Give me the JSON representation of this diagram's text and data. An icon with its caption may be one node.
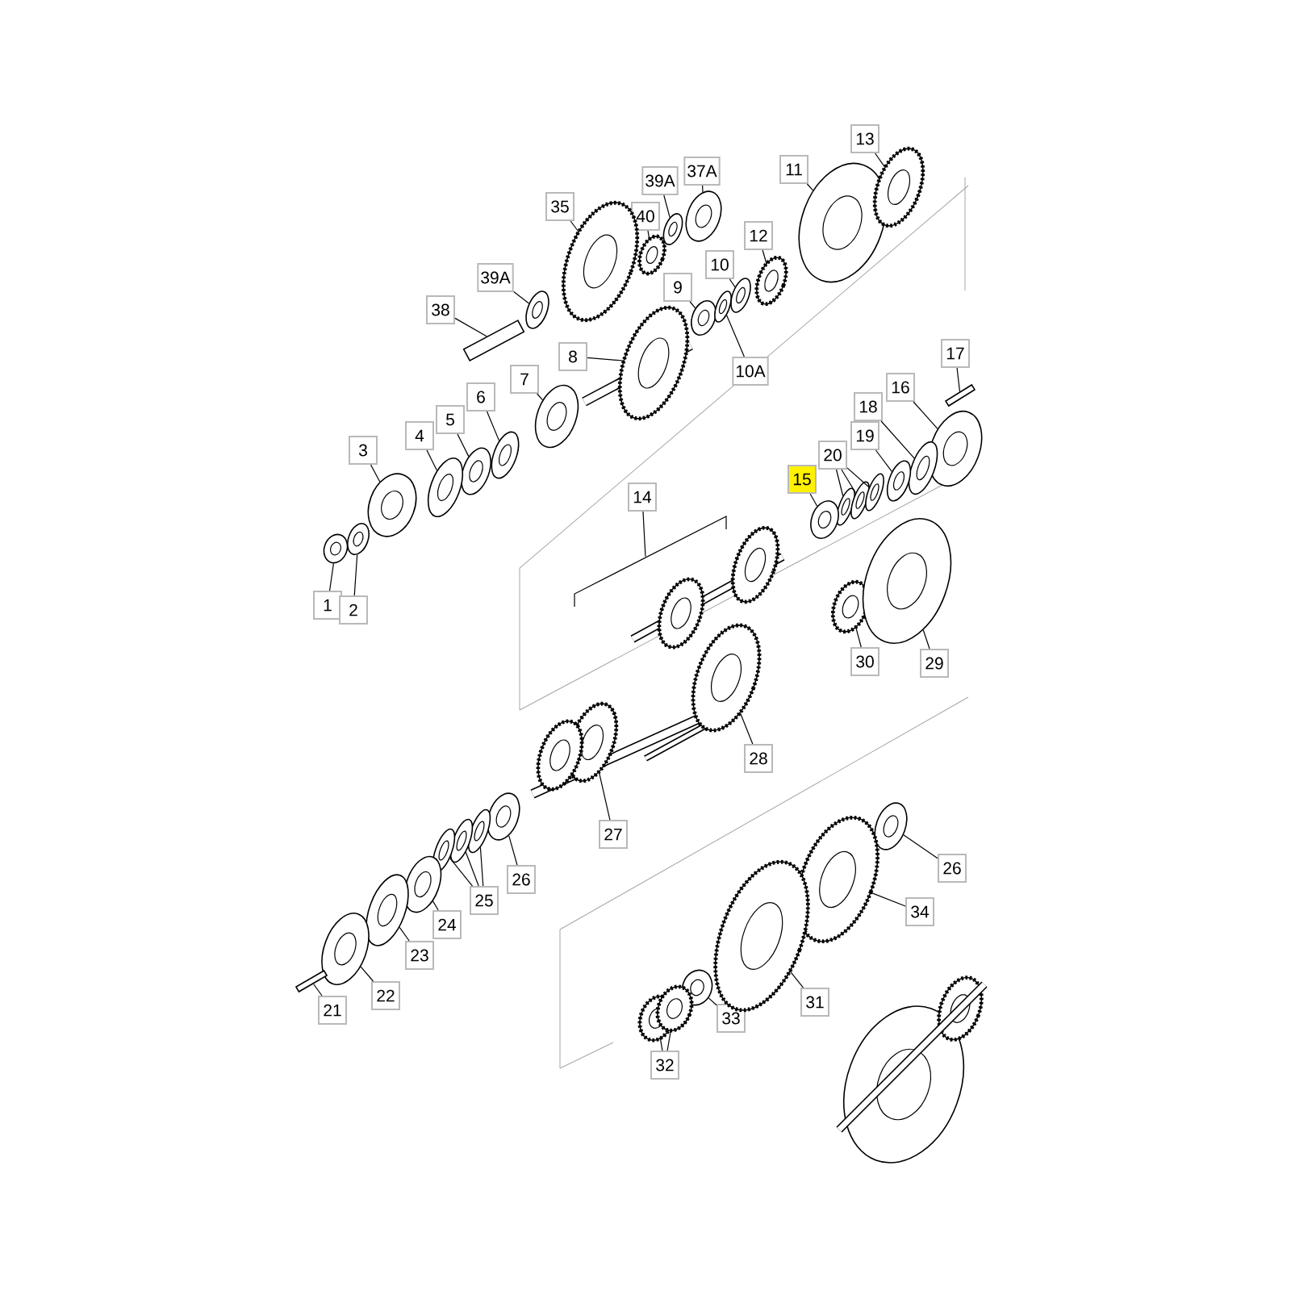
{
  "diagram": {
    "nodes": [
      {
        "text": [
          "35"
        ]
      },
      {
        "text": [
          "39A"
        ]
      },
      {
        "text": [
          "37A"
        ]
      },
      {
        "text": [
          "40"
        ]
      },
      {
        "text": [
          "11"
        ]
      },
      {
        "text": [
          "13"
        ]
      },
      {
        "text": [
          "39A"
        ]
      },
      {
        "text": [
          "38"
        ]
      },
      {
        "text": [
          "12"
        ]
      },
      {
        "text": [
          "10"
        ]
      },
      {
        "text": [
          "9"
        ]
      },
      {
        "text": [
          "10A"
        ]
      },
      {
        "text": [
          "8"
        ]
      },
      {
        "text": [
          "7"
        ]
      },
      {
        "text": [
          "17"
        ]
      },
      {
        "text": [
          "16"
        ]
      },
      {
        "text": [
          "6"
        ]
      },
      {
        "text": [
          "5"
        ]
      },
      {
        "text": [
          "18"
        ]
      },
      {
        "text": [
          "19"
        ]
      },
      {
        "text": [
          "20"
        ]
      },
      {
        "text": [
          "4"
        ]
      },
      {
        "text": [
          "15"
        ]
      },
      {
        "text": [
          "3"
        ]
      },
      {
        "text": [
          "14"
        ]
      },
      {
        "text": [
          "1"
        ]
      },
      {
        "text": [
          "2"
        ]
      },
      {
        "text": [
          "30"
        ]
      },
      {
        "text": [
          "29"
        ]
      },
      {
        "text": [
          "28"
        ]
      },
      {
        "text": [
          "27"
        ]
      },
      {
        "text": [
          "26"
        ]
      },
      {
        "text": [
          "25"
        ]
      },
      {
        "text": [
          "24"
        ]
      },
      {
        "text": [
          "23"
        ]
      },
      {
        "text": [
          "22"
        ]
      },
      {
        "text": [
          "21"
        ]
      },
      {
        "text": [
          "26"
        ]
      },
      {
        "text": [
          "34"
        ]
      },
      {
        "text": [
          "33"
        ]
      },
      {
        "text": [
          "31"
        ]
      },
      {
        "text": [
          "32"
        ]
      },
      {
        "text": [],
        "shape": "gear"
      },
      {
        "text": [],
        "shape": "ring"
      },
      {
        "text": [],
        "shape": "ring"
      },
      {
        "text": [],
        "shape": "gear"
      },
      {
        "text": [],
        "shape": "ring"
      },
      {
        "text": [],
        "shape": "gear"
      },
      {
        "text": [],
        "shape": "ring"
      },
      {
        "text": [],
        "shape": "pin"
      },
      {
        "text": [],
        "shape": "gear"
      },
      {
        "text": [],
        "shape": "ring"
      },
      {
        "text": [],
        "shape": "ring"
      },
      {
        "text": [],
        "shape": "ring"
      },
      {
        "text": [],
        "shape": "gear"
      },
      {
        "text": [],
        "shape": "ring"
      },
      {
        "text": [],
        "shape": "pin"
      },
      {
        "text": [],
        "shape": "ring"
      },
      {
        "text": [],
        "shape": "ring"
      },
      {
        "text": [],
        "shape": "ring"
      },
      {
        "text": [],
        "shape": "ring"
      },
      {
        "text": [],
        "shape": "ring"
      },
      {
        "text": [],
        "shape": "ring"
      },
      {
        "text": [],
        "shape": "ring"
      },
      {
        "text": [],
        "shape": "ring"
      },
      {
        "text": [],
        "shape": "ring"
      },
      {
        "text": [],
        "shape": "ring"
      },
      {
        "text": [],
        "shape": "ring"
      },
      {
        "text": [],
        "shape": "ring"
      },
      {
        "text": [],
        "shape": "ring"
      },
      {
        "text": [],
        "shape": "gear"
      },
      {
        "text": [],
        "shape": "ring"
      },
      {
        "text": [],
        "shape": "gear"
      },
      {
        "text": [],
        "shape": "gear"
      },
      {
        "text": [],
        "shape": "ring"
      },
      {
        "text": [],
        "shape": "ring"
      },
      {
        "text": [],
        "shape": "ring"
      },
      {
        "text": [],
        "shape": "ring"
      },
      {
        "text": [],
        "shape": "ring"
      },
      {
        "text": [],
        "shape": "ring"
      },
      {
        "text": [],
        "shape": "ring"
      },
      {
        "text": [],
        "shape": "pin"
      },
      {
        "text": [],
        "shape": "ring"
      },
      {
        "text": [],
        "shape": "gear"
      },
      {
        "text": [],
        "shape": "ring"
      },
      {
        "text": [],
        "shape": "gear"
      },
      {
        "text": [],
        "shape": "gear"
      },
      {
        "text": [],
        "shape": "gear"
      },
      {
        "text": [],
        "shape": "bracket"
      },
      {
        "text": [],
        "shape": "gear"
      },
      {
        "text": [],
        "shape": "gear"
      },
      {
        "text": [],
        "shape": "gear"
      }
    ],
    "edges": [
      {
        "from": 0,
        "to": 42,
        "arrow": "none"
      },
      {
        "from": 1,
        "to": 43,
        "arrow": "none"
      },
      {
        "from": 2,
        "to": 44,
        "arrow": "none"
      },
      {
        "from": 3,
        "to": 45,
        "arrow": "none"
      },
      {
        "from": 4,
        "to": 46,
        "arrow": "none"
      },
      {
        "from": 5,
        "to": 47,
        "arrow": "none"
      },
      {
        "from": 6,
        "to": 48,
        "arrow": "none"
      },
      {
        "from": 7,
        "to": 49,
        "arrow": "none"
      },
      {
        "from": 8,
        "to": 50,
        "arrow": "none"
      },
      {
        "from": 9,
        "to": 51,
        "arrow": "none"
      },
      {
        "from": 10,
        "to": 52,
        "arrow": "none"
      },
      {
        "from": 11,
        "to": 53,
        "arrow": "none"
      },
      {
        "from": 12,
        "to": 54,
        "arrow": "none"
      },
      {
        "from": 13,
        "to": 55,
        "arrow": "none"
      },
      {
        "from": 14,
        "to": 56,
        "arrow": "none"
      },
      {
        "from": 15,
        "to": 57,
        "arrow": "none"
      },
      {
        "from": 16,
        "to": 58,
        "arrow": "none"
      },
      {
        "from": 17,
        "to": 59,
        "arrow": "none"
      },
      {
        "from": 18,
        "to": 60,
        "arrow": "none"
      },
      {
        "from": 19,
        "to": 61,
        "arrow": "none"
      },
      {
        "from": 20,
        "to": 62,
        "arrow": "none"
      },
      {
        "from": 20,
        "to": 63,
        "arrow": "none"
      },
      {
        "from": 20,
        "to": 64,
        "arrow": "none"
      },
      {
        "from": 21,
        "to": 65,
        "arrow": "none"
      },
      {
        "from": 22,
        "to": 66,
        "arrow": "none"
      },
      {
        "from": 23,
        "to": 67,
        "arrow": "none"
      },
      {
        "from": 24,
        "to": 88,
        "arrow": "none"
      },
      {
        "from": 25,
        "to": 68,
        "arrow": "none"
      },
      {
        "from": 26,
        "to": 69,
        "arrow": "none"
      },
      {
        "from": 27,
        "to": 70,
        "arrow": "none"
      },
      {
        "from": 28,
        "to": 71,
        "arrow": "none"
      },
      {
        "from": 29,
        "to": 72,
        "arrow": "none"
      },
      {
        "from": 30,
        "to": 73,
        "arrow": "none"
      },
      {
        "from": 31,
        "to": 74,
        "arrow": "none"
      },
      {
        "from": 32,
        "to": 75,
        "arrow": "none"
      },
      {
        "from": 32,
        "to": 76,
        "arrow": "none"
      },
      {
        "from": 32,
        "to": 77,
        "arrow": "none"
      },
      {
        "from": 33,
        "to": 78,
        "arrow": "none"
      },
      {
        "from": 34,
        "to": 79,
        "arrow": "none"
      },
      {
        "from": 35,
        "to": 80,
        "arrow": "none"
      },
      {
        "from": 36,
        "to": 81,
        "arrow": "none"
      },
      {
        "from": 37,
        "to": 82,
        "arrow": "none"
      },
      {
        "from": 38,
        "to": 83,
        "arrow": "none"
      },
      {
        "from": 39,
        "to": 84,
        "arrow": "none"
      },
      {
        "from": 40,
        "to": 85,
        "arrow": "none"
      },
      {
        "from": 41,
        "to": 86,
        "arrow": "none"
      },
      {
        "from": 41,
        "to": 87,
        "arrow": "none"
      }
    ]
  }
}
